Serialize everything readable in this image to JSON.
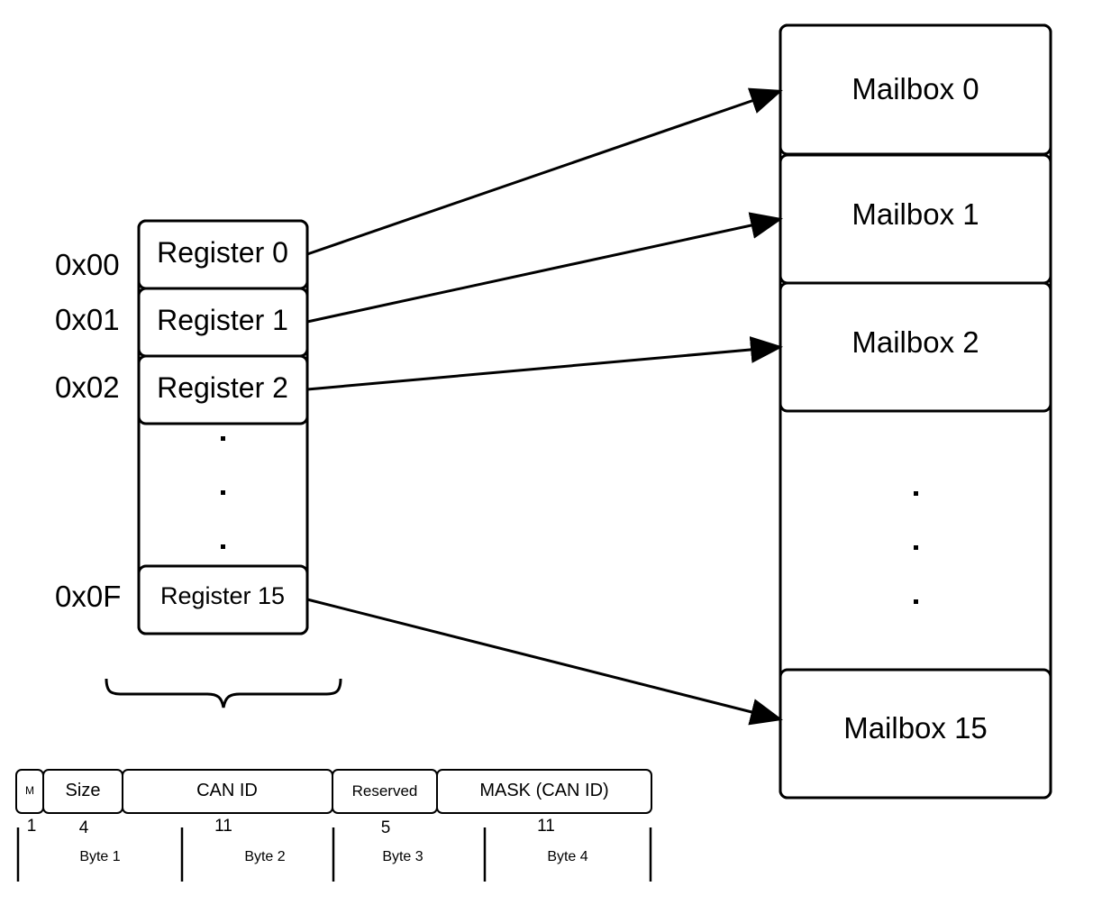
{
  "addresses": [
    "0x00",
    "0x01",
    "0x02",
    "0x0F"
  ],
  "registers": [
    "Register 0",
    "Register 1",
    "Register 2",
    "Register 15"
  ],
  "mailboxes": [
    "Mailbox 0",
    "Mailbox 1",
    "Mailbox 2",
    "Mailbox 15"
  ],
  "fields": [
    "M",
    "Size",
    "CAN ID",
    "Reserved",
    "MASK (CAN ID)"
  ],
  "bit_widths": [
    "1",
    "4",
    "11",
    "5",
    "11"
  ],
  "bytes": [
    "Byte 1",
    "Byte 2",
    "Byte 3",
    "Byte 4"
  ]
}
